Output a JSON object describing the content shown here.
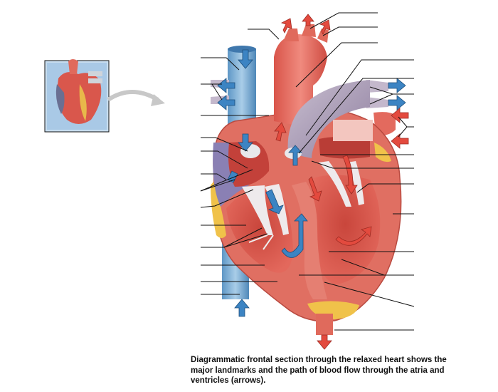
{
  "figure": {
    "caption_line1": "Diagrammatic frontal section through the relaxed heart shows the",
    "caption_line2": "major landmarks and the path of blood flow through the atria and",
    "caption_line3": "ventricles (arrows)."
  },
  "label_lines": {
    "left_count": 14,
    "right_count": 16,
    "note": ""
  },
  "colors": {
    "oxygenated": "#e34a3e",
    "deoxygenated": "#3c84c3",
    "aorta": "#e8665a",
    "muscle": "#d6584c",
    "vena_cava": "#7fb1d8",
    "pulmonary_trunk": "#b7a9bd",
    "fat": "#f0c24a",
    "valve": "#e9e7ea"
  }
}
